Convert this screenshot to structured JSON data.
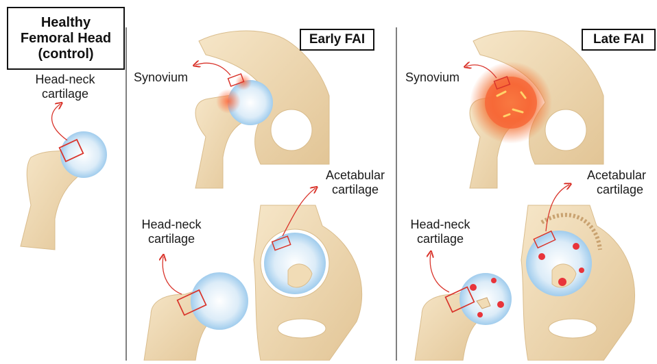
{
  "panels": {
    "control": {
      "title_lines": [
        "Healthy",
        "Femoral Head",
        "(control)"
      ],
      "label_head_neck": [
        "Head-neck",
        "cartilage"
      ]
    },
    "early": {
      "title": "Early FAI",
      "label_synovium": "Synovium",
      "label_acetabular": [
        "Acetabular",
        "cartilage"
      ],
      "label_head_neck": [
        "Head-neck",
        "cartilage"
      ]
    },
    "late": {
      "title": "Late FAI",
      "label_synovium": "Synovium",
      "label_acetabular": [
        "Acetabular",
        "cartilage"
      ],
      "label_head_neck": [
        "Head-neck",
        "cartilage"
      ]
    }
  },
  "colors": {
    "bone": "#f1dcb6",
    "bone_shade": "#e3c493",
    "cartilage": "#a9d3f0",
    "inflammation": "#ee4a1e",
    "callout": "#d9342b",
    "divider": "#555555"
  }
}
